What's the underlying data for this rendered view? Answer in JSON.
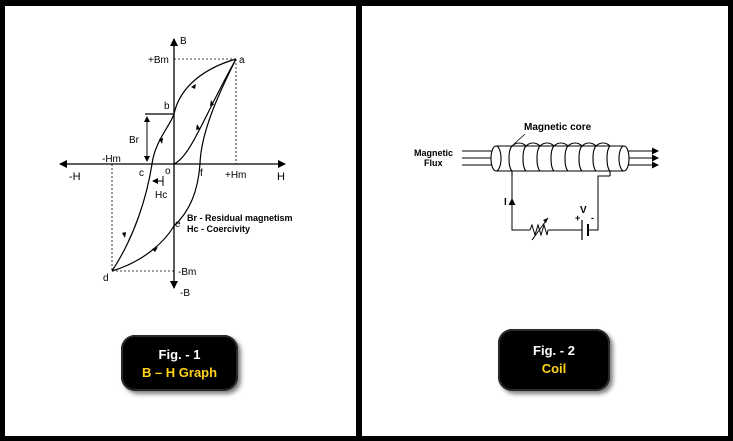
{
  "fig1": {
    "labels": {
      "B": "B",
      "neg_B": "-B",
      "H": "H",
      "neg_H": "-H",
      "pos_Bm": "+Bm",
      "neg_Bm": "-Bm",
      "pos_Hm": "+Hm",
      "neg_Hm": "-Hm",
      "a": "a",
      "b": "b",
      "c": "c",
      "d": "d",
      "e": "e",
      "f": "f",
      "o": "o",
      "Br": "Br",
      "Hc": "Hc"
    },
    "legend": {
      "br": "Br - Residual magnetism",
      "hc": "Hc - Coercivity"
    },
    "caption": {
      "number": "Fig. - 1",
      "title": "B – H Graph"
    }
  },
  "fig2": {
    "labels": {
      "core": "Magnetic core",
      "flux_line1": "Magnetic",
      "flux_line2": "Flux",
      "current": "I",
      "voltage": "V",
      "plus": "+",
      "minus": "-"
    },
    "caption": {
      "number": "Fig. - 2",
      "title": "Coil"
    }
  },
  "colors": {
    "caption_bg": "#000000",
    "caption_number": "#ffffff",
    "caption_title": "#ffd21a"
  }
}
